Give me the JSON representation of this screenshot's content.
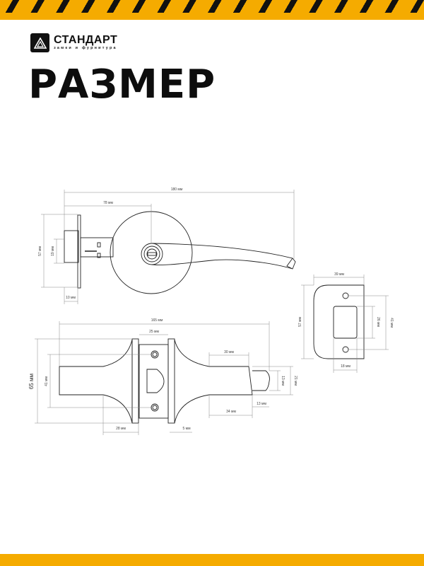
{
  "header": {
    "brand": "СТАНДАРТ",
    "tagline": "замки и фурнитура",
    "title": "РАЗМЕР"
  },
  "colors": {
    "accent": "#f5ab00",
    "stripe_dark": "#111111",
    "line": "#222222",
    "dim_line": "#888888"
  },
  "drawing": {
    "side_view": {
      "total_length": "180 мм",
      "to_center": "78 мм",
      "rose_height": "57 мм",
      "neck_height": "19 мм",
      "neck_depth": "10 мм"
    },
    "strike_plate": {
      "width": "39 мм",
      "height": "57 мм",
      "hole_spacing": "41 мм",
      "opening_height": "26 мм",
      "opening_width": "18 мм"
    },
    "top_view": {
      "total_length": "165 мм",
      "latch_face": "25 мм",
      "rose_diameter": "65 мм",
      "hole_spacing": "41 мм",
      "base_depth": "28 мм",
      "plate_gap": "5 мм",
      "lever_neck": "30 мм",
      "lever_body": "34 мм",
      "tip_length": "13 мм",
      "tip_height": "13 мм",
      "lever_height": "21 мм"
    }
  }
}
